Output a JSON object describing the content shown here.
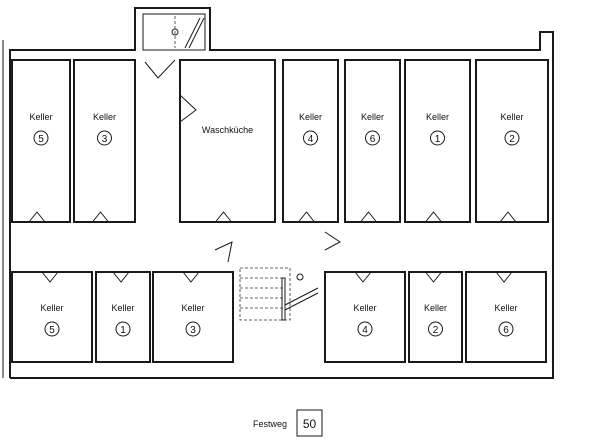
{
  "plan": {
    "top_rooms": [
      {
        "label": "Keller",
        "number": "5"
      },
      {
        "label": "Keller",
        "number": "3"
      },
      {
        "label": "Waschküche",
        "number": null
      },
      {
        "label": "Keller",
        "number": "4"
      },
      {
        "label": "Keller",
        "number": "6"
      },
      {
        "label": "Keller",
        "number": "1"
      },
      {
        "label": "Keller",
        "number": "2"
      }
    ],
    "bottom_rooms": [
      {
        "label": "Keller",
        "number": "5"
      },
      {
        "label": "Keller",
        "number": "1"
      },
      {
        "label": "Keller",
        "number": "3"
      },
      {
        "label": "Keller",
        "number": "4"
      },
      {
        "label": "Keller",
        "number": "2"
      },
      {
        "label": "Keller",
        "number": "6"
      }
    ],
    "footer": {
      "label": "Festweg",
      "value": "50"
    }
  }
}
